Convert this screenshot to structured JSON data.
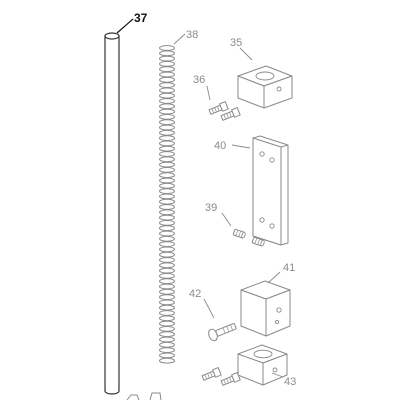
{
  "callouts": {
    "p35": "35",
    "p36": "36",
    "p37": "37",
    "p38": "38",
    "p39": "39",
    "p40": "40",
    "p41": "41",
    "p42": "42",
    "p43": "43"
  },
  "highlighted_callout": "37",
  "colors": {
    "line": "#8a8a8a",
    "highlight": "#111111",
    "background": "#ffffff"
  }
}
